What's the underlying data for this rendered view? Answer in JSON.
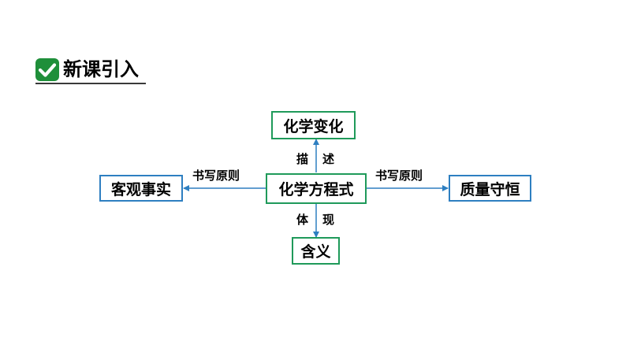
{
  "header": {
    "title": "新课引入",
    "icon": "check-icon",
    "icon_color": "#1f8f3a"
  },
  "diagram": {
    "center": "化学方程式",
    "top": "化学变化",
    "bottom": "含义",
    "left": "客观事实",
    "right": "质量守恒",
    "label_top_a": "描",
    "label_top_b": "述",
    "label_bottom_a": "体",
    "label_bottom_b": "现",
    "label_left": "书写原则",
    "label_right": "书写原则",
    "colors": {
      "green_border": "#1f9a5a",
      "blue_border": "#2e7fc1",
      "arrow": "#2e7fc1"
    }
  }
}
